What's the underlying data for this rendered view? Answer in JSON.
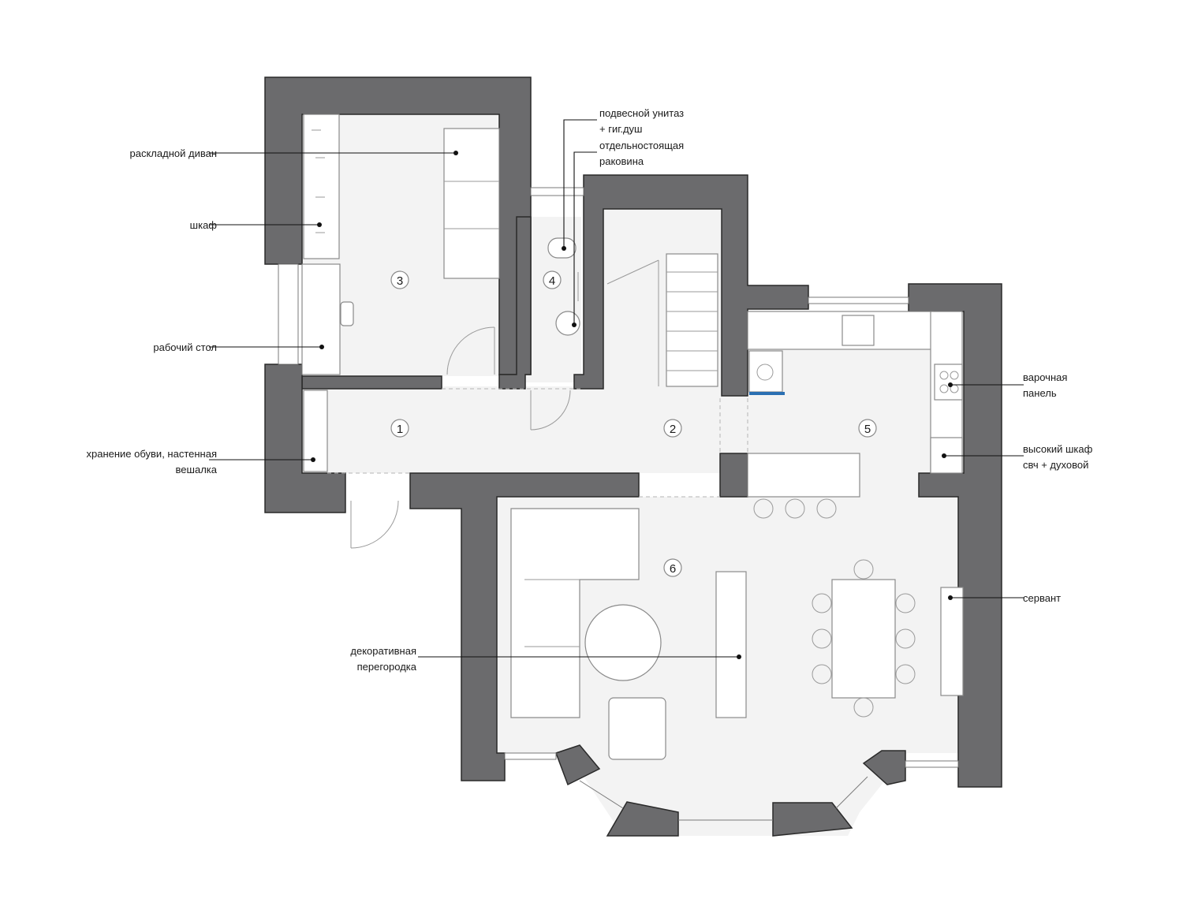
{
  "plan": {
    "rooms": [
      {
        "id": "room-1",
        "number": "1"
      },
      {
        "id": "room-2",
        "number": "2"
      },
      {
        "id": "room-3",
        "number": "3"
      },
      {
        "id": "room-4",
        "number": "4"
      },
      {
        "id": "room-5",
        "number": "5"
      },
      {
        "id": "room-6",
        "number": "6"
      }
    ],
    "labels": {
      "sofa_bed": [
        "раскладной диван"
      ],
      "wardrobe": [
        "шкаф"
      ],
      "desk": [
        "рабочий стол"
      ],
      "shoe_storage": [
        "хранение обуви, настенная",
        "вешалка"
      ],
      "toilet": [
        "подвесной унитаз",
        "+ гиг.душ"
      ],
      "sink": [
        "отдельностоящая",
        "раковина"
      ],
      "cooktop": [
        "варочная",
        "панель"
      ],
      "tall_cabinet": [
        "высокий шкаф",
        "свч + духовой"
      ],
      "sideboard": [
        "сервант"
      ],
      "partition": [
        "декоративная",
        "перегородка"
      ]
    },
    "colors": {
      "wall": "#6b6b6d",
      "floor": "#f3f3f3",
      "furniture": "#ffffff",
      "leader": "#111111"
    }
  }
}
